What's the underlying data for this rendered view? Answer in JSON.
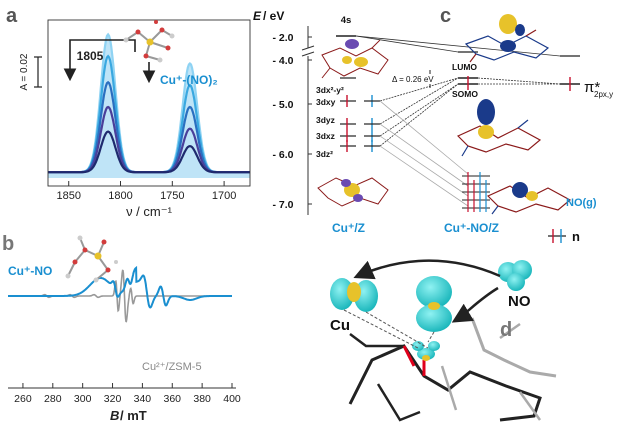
{
  "panel_a": {
    "letter": "a",
    "scale_label": "A = 0.02",
    "peak_label": "1805",
    "species_label": "Cu⁺-(NO)₂",
    "x_ticks": [
      "1850",
      "1800",
      "1750",
      "1700"
    ],
    "x_label": "ν / cm⁻¹"
  },
  "panel_b": {
    "letter": "b",
    "species_label": "Cu⁺-NO",
    "reference_label": "Cu²⁺/ZSM-5",
    "x_ticks": [
      "260",
      "280",
      "300",
      "320",
      "340",
      "360",
      "380",
      "400"
    ],
    "x_label_var": "B",
    "x_label_unit": " / mT"
  },
  "panel_c": {
    "letter": "c",
    "y_label_var": "E",
    "y_label_unit": " / eV",
    "y_ticks": [
      "- 2.0",
      "- 4.0",
      "- 5.0",
      "- 6.0",
      "- 7.0"
    ],
    "level_4s": "4s",
    "orbitals": [
      "3dx²-y²",
      "3dxy",
      "3dyz",
      "3dxz",
      "3dz²"
    ],
    "delta_label": "Δ = 0.26 eV",
    "lumo_label": "LUMO",
    "somo_label": "SOMO",
    "pi_star_label": "π*",
    "pi_star_sub": "2px,y",
    "left_label": "Cu⁺/Z",
    "mid_label": "Cu⁺-NO/Z",
    "nog_label": "NO(g)",
    "n_label": "n"
  },
  "panel_d": {
    "letter": "d",
    "cu_label": "Cu",
    "no_label": "NO"
  },
  "colors": {
    "blue": "#1a8fd0",
    "red": "#c8102e",
    "cyan": "#1cc7c7",
    "gray": "#9a9a9a"
  },
  "chart_data": [
    {
      "type": "line",
      "panel": "a",
      "xlabel": "ν / cm⁻¹",
      "ylabel": "",
      "xlim": [
        1870,
        1675
      ],
      "x_ticks": [
        1850,
        1800,
        1750,
        1700
      ],
      "series": [
        {
          "name": "",
          "peaks": [
            {
              "x": 1812,
              "h": 0.095
            },
            {
              "x": 1733,
              "h": 0.075
            }
          ]
        },
        {
          "name": "",
          "peaks": [
            {
              "x": 1812,
              "h": 0.08
            },
            {
              "x": 1733,
              "h": 0.06
            }
          ]
        },
        {
          "name": "",
          "peaks": [
            {
              "x": 1812,
              "h": 0.062
            },
            {
              "x": 1733,
              "h": 0.045
            }
          ]
        },
        {
          "name": "",
          "peaks": [
            {
              "x": 1812,
              "h": 0.045
            },
            {
              "x": 1733,
              "h": 0.03
            }
          ]
        },
        {
          "name": "",
          "peaks": [
            {
              "x": 1812,
              "h": 0.028
            },
            {
              "x": 1733,
              "h": 0.018
            }
          ]
        }
      ]
    },
    {
      "type": "line",
      "panel": "b",
      "xlabel": "B / mT",
      "xlim": [
        250,
        400
      ],
      "x_ticks": [
        260,
        280,
        300,
        320,
        340,
        360,
        380,
        400
      ],
      "series": [
        {
          "name": "Cu⁺-NO"
        },
        {
          "name": "Cu²⁺/ZSM-5"
        }
      ]
    }
  ]
}
